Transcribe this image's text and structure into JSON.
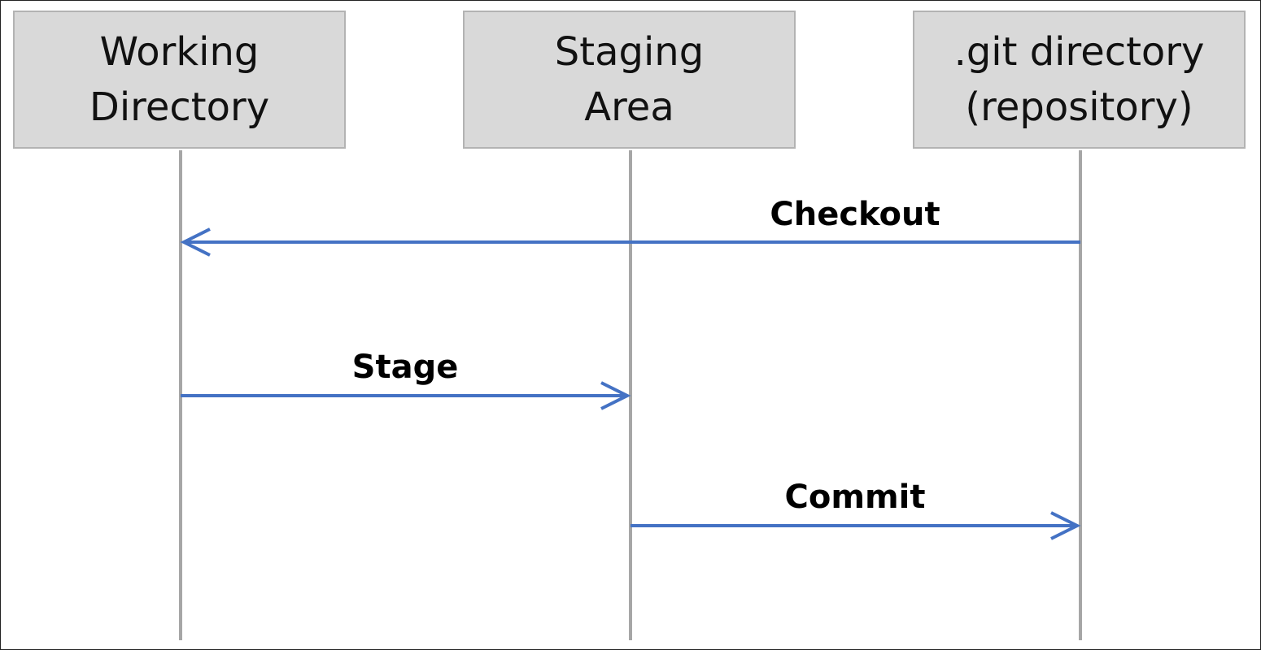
{
  "lifelines": {
    "working": {
      "line1": "Working",
      "line2": "Directory"
    },
    "staging": {
      "line1": "Staging",
      "line2": "Area"
    },
    "git": {
      "line1": ".git directory",
      "line2": "(repository)"
    }
  },
  "messages": {
    "checkout": "Checkout",
    "stage": "Stage",
    "commit": "Commit"
  },
  "colors": {
    "arrow": "#4472c4",
    "lifeline": "#a6a6a6",
    "box_fill": "#d9d9d9",
    "box_border": "#b3b3b3"
  }
}
